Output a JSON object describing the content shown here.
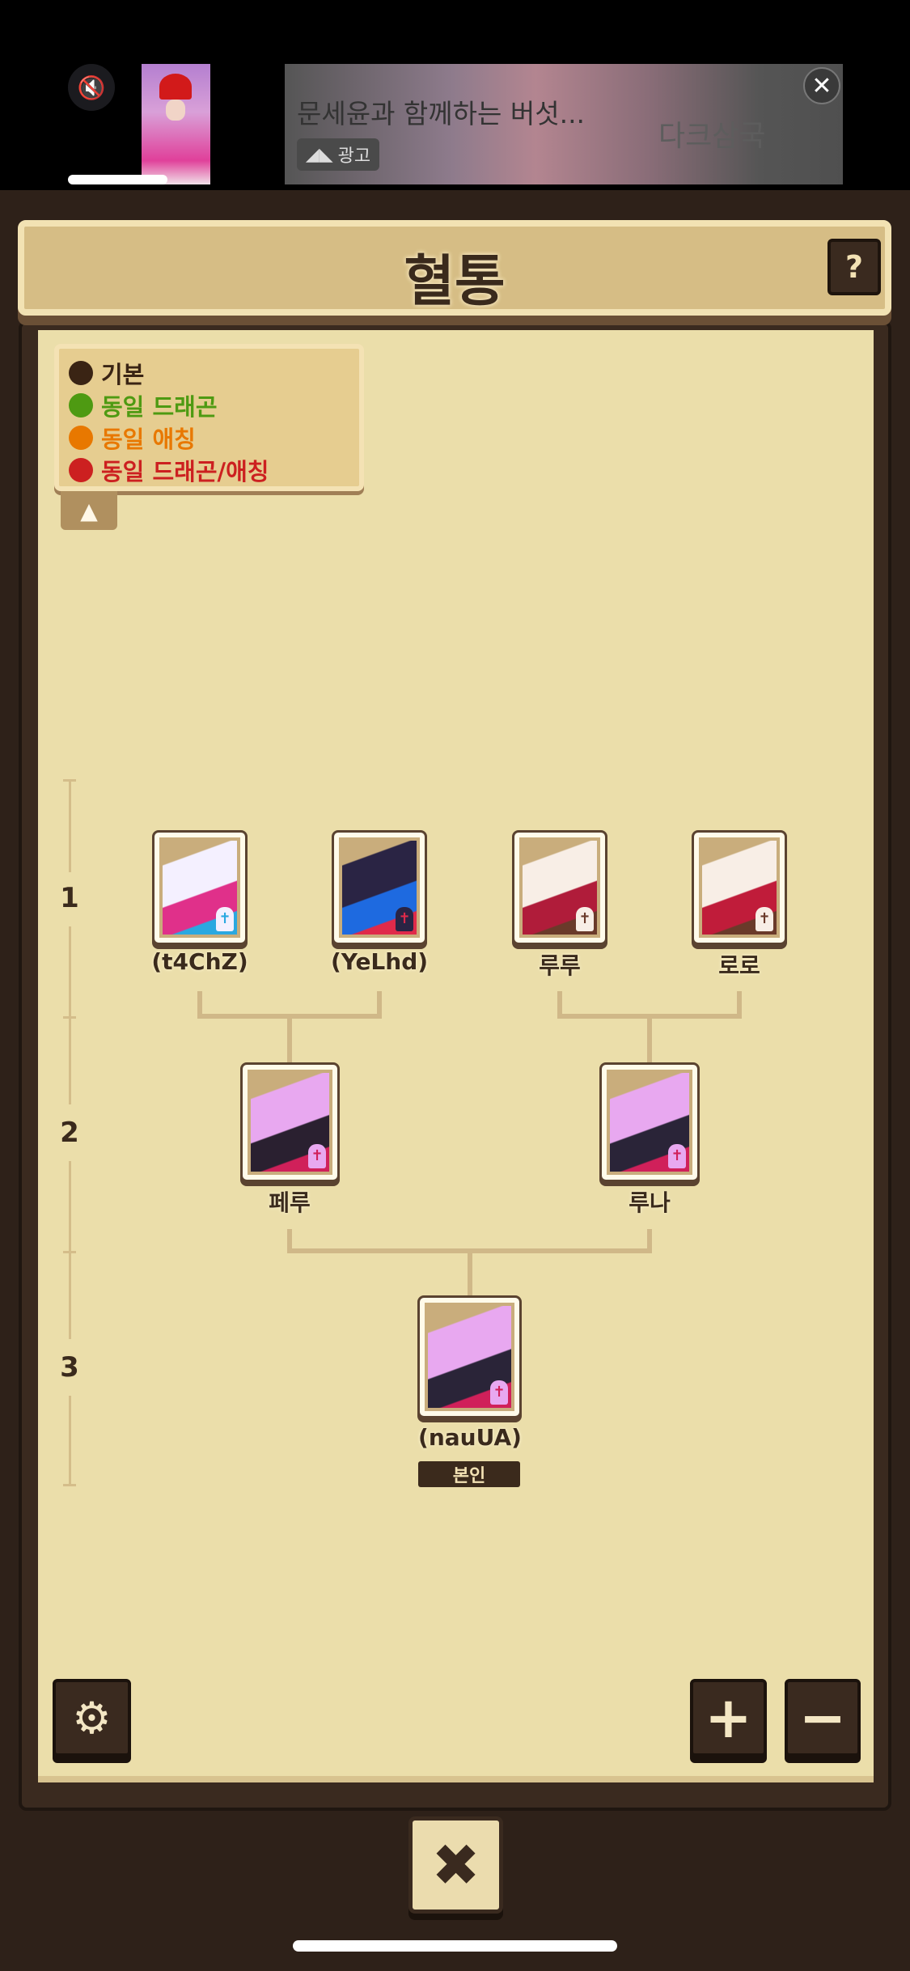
{
  "ad": {
    "title": "문세윤과 함께하는 버섯...",
    "watermark": "다크삼국",
    "badge_label": "광고",
    "close_icon": "close-icon",
    "mute_icon": "mute-icon"
  },
  "header": {
    "title": "혈통",
    "help_label": "?"
  },
  "legend": {
    "items": [
      {
        "label": "기본",
        "color": "#3a2414"
      },
      {
        "label": "동일 드래곤",
        "color": "#4e9a12"
      },
      {
        "label": "동일 애칭",
        "color": "#e87800"
      },
      {
        "label": "동일 드래곤/애칭",
        "color": "#cc2020"
      }
    ],
    "toggle_icon": "chevron-up-icon"
  },
  "generations": [
    "1",
    "2",
    "3"
  ],
  "tree": {
    "gen1": [
      {
        "name": "(t4ChZ)",
        "palette": [
          "#f4f0ff",
          "#e0308a",
          "#2aa8e0"
        ]
      },
      {
        "name": "(YeLhd)",
        "palette": [
          "#2a2444",
          "#1e6ae0",
          "#e02a4a"
        ]
      },
      {
        "name": "루루",
        "palette": [
          "#f8eee6",
          "#b01c3a",
          "#6a3a2a"
        ]
      },
      {
        "name": "로로",
        "palette": [
          "#f8eee6",
          "#c01c3a",
          "#6a3a2a"
        ]
      }
    ],
    "gen2": [
      {
        "name": "페루",
        "palette": [
          "#e8a8f0",
          "#2a2030",
          "#d0205a"
        ]
      },
      {
        "name": "루나",
        "palette": [
          "#e8a8f0",
          "#2a2438",
          "#d0205a"
        ]
      }
    ],
    "gen3": {
      "name": "(nauUA)",
      "badge": "본인",
      "palette": [
        "#e8a8f0",
        "#2a2438",
        "#d0205a"
      ]
    }
  },
  "controls": {
    "settings_icon": "gear-icon",
    "zoom_in_label": "+",
    "zoom_out_label": "−",
    "close_label": "✖"
  }
}
